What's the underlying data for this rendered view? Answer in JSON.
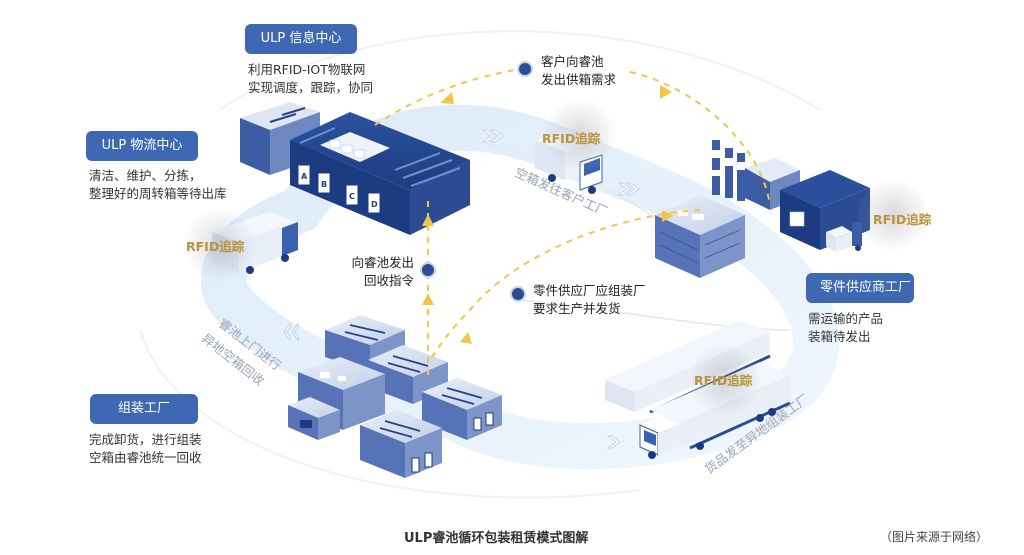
{
  "nodes": {
    "info_center": {
      "title": "ULP 信息中心",
      "desc": [
        "利用RFID-IOT物联网",
        "实现调度，跟踪，协同"
      ]
    },
    "logistics_center": {
      "title": "ULP 物流中心",
      "desc": [
        "清洁、维护、分拣，",
        "整理好的周转箱等待出库"
      ]
    },
    "supplier_factory": {
      "title": "零件供应商工厂",
      "desc": [
        "需运输的产品",
        "装箱待发出"
      ]
    },
    "assembly_factory": {
      "title": "组装工厂",
      "desc": [
        "完成卸货，进行组装",
        "空箱由睿池统一回收"
      ]
    }
  },
  "steps": [
    {
      "text": [
        "客户向睿池",
        "发出供箱需求"
      ]
    },
    {
      "text": [
        "向睿池发出",
        "回收指令"
      ]
    },
    {
      "text": [
        "零件供应厂应组装厂",
        "要求生产并发货"
      ]
    }
  ],
  "rfid_labels": [
    "RFID追踪",
    "RFID追踪",
    "RFID追踪",
    "RFID追踪"
  ],
  "road_labels": {
    "to_customer": "空箱发往客户工厂",
    "recycle": "睿池上门进行异地空箱回收",
    "recycle_line1": "睿池上门进行",
    "recycle_line2": "异地空箱回收",
    "to_assembly": "货品发至异地组装工厂"
  },
  "footer": {
    "caption": "ULP睿池循环包装租赁模式图解",
    "source": "（图片来源于网络）"
  },
  "colors": {
    "primary_blue": "#3f68b3",
    "dark_blue": "#1f3f88",
    "gold_arrow": "#f0c64a",
    "rfid_text": "#b9943a",
    "road": "#e6f0fa"
  },
  "icons": {
    "warehouse": "ulp-logistics-warehouse-icon",
    "truck": "delivery-truck-icon",
    "factory": "supplier-factory-icon",
    "container": "shipping-container-icon",
    "assembly": "assembly-plant-icon",
    "trailer": "semi-trailer-icon"
  }
}
